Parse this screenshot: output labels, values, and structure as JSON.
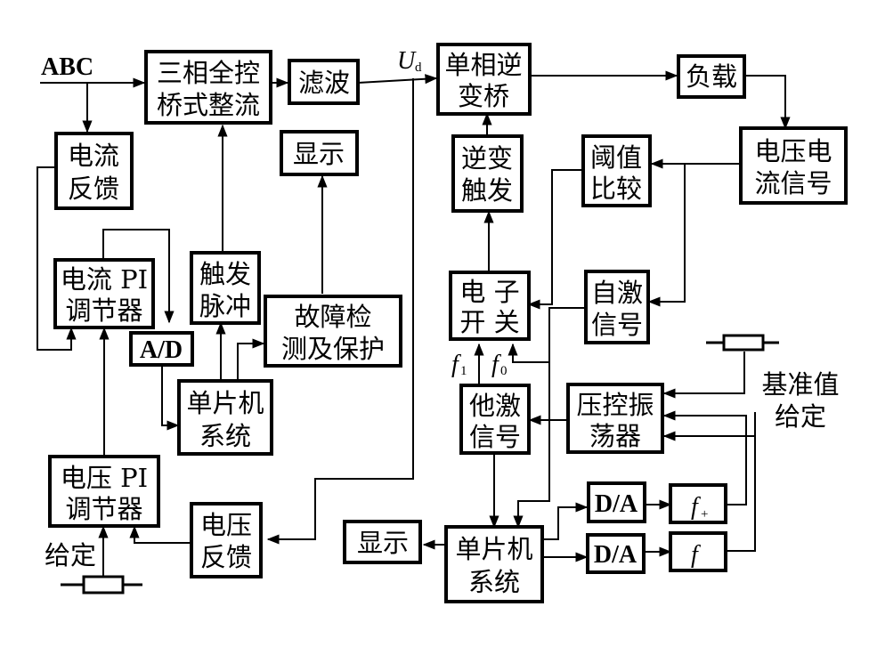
{
  "title": "Induction heating power supply control system block diagram",
  "labels": {
    "abc_input": "ABC",
    "ud": "U",
    "ud_sub": "d",
    "f1": "f",
    "f1_sub": "1",
    "f0": "f",
    "f0_sub": "0",
    "given": "给定",
    "reference_given_line1": "基准值",
    "reference_given_line2": "给定"
  },
  "blocks": {
    "rectifier": [
      "三相全控",
      "桥式整流"
    ],
    "filter": [
      "滤波"
    ],
    "inverter_bridge": [
      "单相逆",
      "变桥"
    ],
    "load": [
      "负载"
    ],
    "vi_signal": [
      "电压电",
      "流信号"
    ],
    "current_feedback": [
      "电流",
      "反馈"
    ],
    "display_top": [
      "显示"
    ],
    "inverter_trigger": [
      "逆变",
      "触发"
    ],
    "threshold_compare": [
      "阈值",
      "比较"
    ],
    "current_pi": [
      "电流 PI",
      "调节器"
    ],
    "trigger_pulse": [
      "触发",
      "脉冲"
    ],
    "fault_protect": [
      "故障检",
      "测及保护"
    ],
    "ad": [
      "A/D"
    ],
    "mcu_left": [
      "单片机",
      "系统"
    ],
    "electronic_switch": [
      "电 子",
      "开 关"
    ],
    "self_excited": [
      "自激",
      "信号"
    ],
    "separately_excited": [
      "他激",
      "信号"
    ],
    "vco": [
      "压控振",
      "荡器"
    ],
    "voltage_pi": [
      "电压 PI",
      "调节器"
    ],
    "voltage_feedback": [
      "电压",
      "反馈"
    ],
    "display_bottom": [
      "显示"
    ],
    "mcu_right": [
      "单片机",
      "系统"
    ],
    "da_top": [
      "D/A"
    ],
    "da_bottom": [
      "D/A"
    ],
    "f_plus": "f",
    "f_plus_sub": "+",
    "f_minus": "f",
    "f_minus_sub": "-"
  }
}
